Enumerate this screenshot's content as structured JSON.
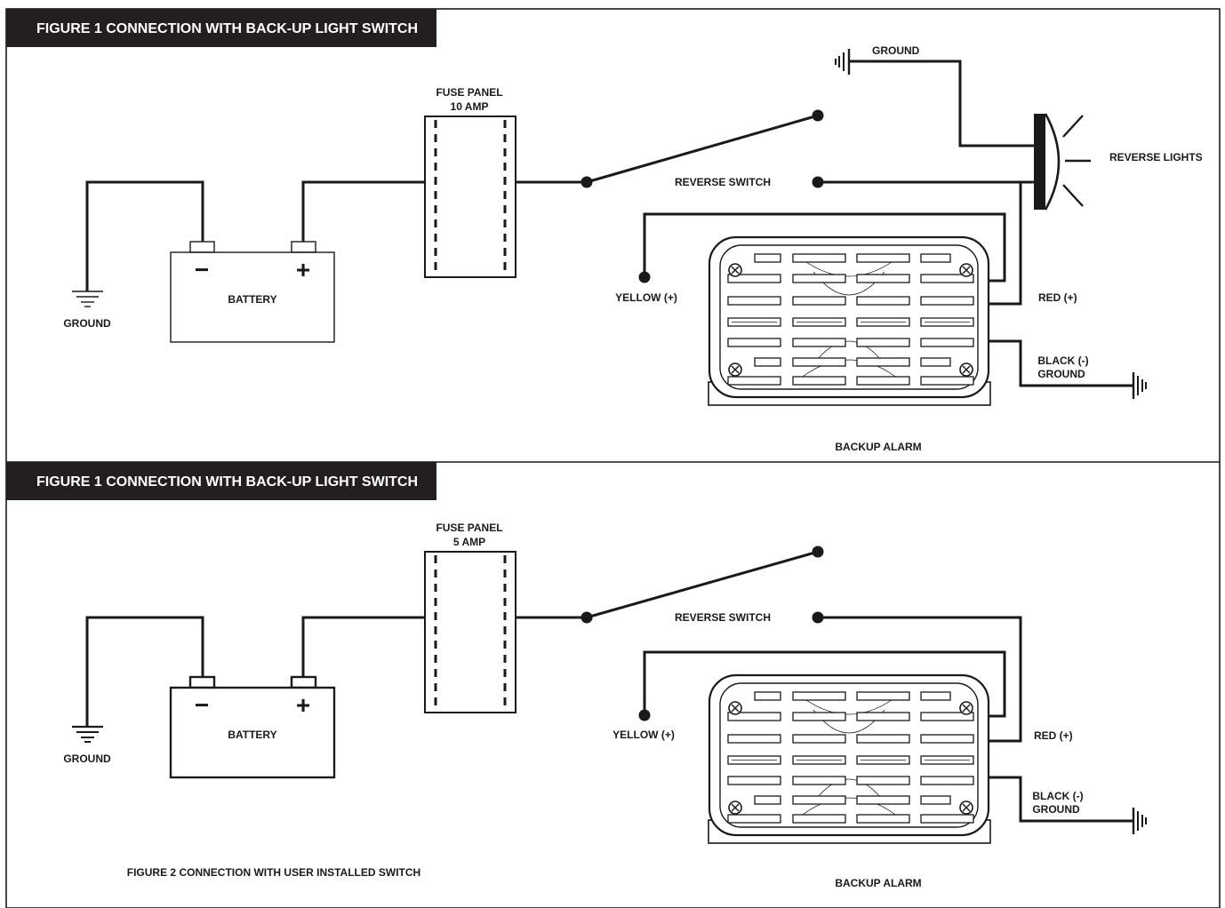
{
  "figures": [
    {
      "header": "FIGURE 1 CONNECTION WITH BACK-UP LIGHT SWITCH",
      "fuse_line1": "FUSE PANEL",
      "fuse_line2": "10 AMP",
      "ground_left": "GROUND",
      "battery": "BATTERY",
      "battery_neg": "−",
      "battery_pos": "+",
      "reverse_switch": "REVERSE SWITCH",
      "yellow": "YELLOW (+)",
      "red": "RED (+)",
      "black": "BLACK (-)",
      "black_ground": "GROUND",
      "alarm": "BACKUP ALARM",
      "ground_top": "GROUND",
      "reverse_lights": "REVERSE LIGHTS"
    },
    {
      "header": "FIGURE 1 CONNECTION WITH BACK-UP LIGHT SWITCH",
      "fuse_line1": "FUSE PANEL",
      "fuse_line2": "5 AMP",
      "ground_left": "GROUND",
      "battery": "BATTERY",
      "battery_neg": "−",
      "battery_pos": "+",
      "reverse_switch": "REVERSE SWITCH",
      "yellow": "YELLOW (+)",
      "red": "RED (+)",
      "black": "BLACK (-)",
      "black_ground": "GROUND",
      "alarm": "BACKUP ALARM",
      "caption": "FIGURE 2 CONNECTION WITH USER INSTALLED SWITCH"
    }
  ]
}
